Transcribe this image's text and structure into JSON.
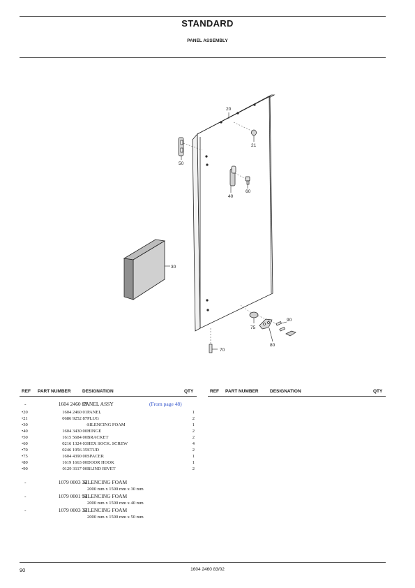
{
  "header": {
    "title": "STANDARD",
    "subtitle": "PANEL ASSEMBLY"
  },
  "callouts": [
    "20",
    "21",
    "50",
    "40",
    "60",
    "30",
    "90",
    "75",
    "80",
    "70"
  ],
  "table_headers": {
    "ref": "REF",
    "part_number": "PART NUMBER",
    "designation": "DESIGNATION",
    "qty": "QTY"
  },
  "rows": [
    {
      "ref": "-",
      "part": "1604 2460 83",
      "designation": "PANEL ASSY",
      "note": "(From page 48)",
      "qty": ""
    },
    {
      "ref": "•20",
      "part": "1604 2460 01",
      "designation": "PANEL",
      "qty": "1"
    },
    {
      "ref": "•21",
      "part": "0686 9252 87",
      "designation": "PLUG",
      "qty": "2"
    },
    {
      "ref": "•30",
      "part": "-",
      "designation": "SILENCING FOAM",
      "qty": "1"
    },
    {
      "ref": "•40",
      "part": "1604 3430 00",
      "designation": "HINGE",
      "qty": "2"
    },
    {
      "ref": "•50",
      "part": "1615 5684 00",
      "designation": "BRACKET",
      "qty": "2"
    },
    {
      "ref": "•60",
      "part": "0216 1324 03",
      "designation": "HEX SOCK. SCREW",
      "qty": "4"
    },
    {
      "ref": "•70",
      "part": "0246 1956 35",
      "designation": "STUD",
      "qty": "2"
    },
    {
      "ref": "•75",
      "part": "1604 4390 00",
      "designation": "SPACER",
      "qty": "1"
    },
    {
      "ref": "•80",
      "part": "1619 1663 00",
      "designation": "DOOR HOOK",
      "qty": "1"
    },
    {
      "ref": "•90",
      "part": "0129 3117 00",
      "designation": "BLIND RIVET",
      "qty": "2"
    }
  ],
  "foam_rows": [
    {
      "ref": "-",
      "part": "1079 0003 32",
      "designation": "SILENCING FOAM",
      "size": "2000 mm x 1500 mm x 30 mm"
    },
    {
      "ref": "-",
      "part": "1079 0001 91",
      "designation": "SILENCING FOAM",
      "size": "2000 mm x 1500 mm x 40 mm"
    },
    {
      "ref": "-",
      "part": "1079 0003 33",
      "designation": "SILENCING FOAM",
      "size": "2000 mm x 1500 mm x 50 mm"
    }
  ],
  "footer": {
    "page_number": "90",
    "doc_number": "1604 2460 83/02"
  }
}
